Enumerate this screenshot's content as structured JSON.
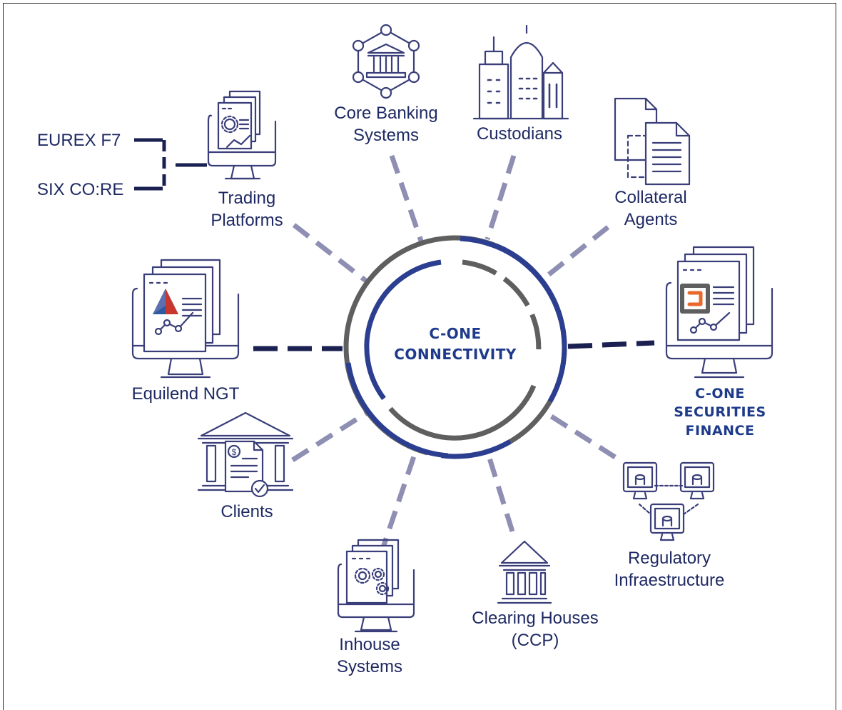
{
  "hub": {
    "line1": "C-ONE",
    "line2": "CONNECTIVITY"
  },
  "nodes": {
    "core_banking": {
      "line1": "Core Banking",
      "line2": "Systems",
      "icon": "bank-network-icon"
    },
    "custodians": {
      "line1": "Custodians",
      "icon": "skyscrapers-icon"
    },
    "collateral": {
      "line1": "Collateral",
      "line2": "Agents",
      "icon": "documents-icon"
    },
    "cone_sf": {
      "line1": "C-ONE",
      "line2": "SECURITIES",
      "line3": "FINANCE",
      "icon": "monitor-app-icon"
    },
    "regulatory": {
      "line1": "Regulatory",
      "line2": "Infraestructure",
      "icon": "networked-servers-icon"
    },
    "clearing": {
      "line1": "Clearing Houses",
      "line2": "(CCP)",
      "icon": "institution-columns-icon"
    },
    "inhouse": {
      "line1": "Inhouse",
      "line2": "Systems",
      "icon": "gears-monitor-icon"
    },
    "clients": {
      "line1": "Clients",
      "icon": "bank-invoice-icon"
    },
    "equilend": {
      "line1": "Equilend NGT",
      "icon": "monitor-chart-icon"
    },
    "trading": {
      "line1": "Trading",
      "line2": "Platforms",
      "icon": "monitor-gear-chart-icon"
    }
  },
  "trading_sources": [
    "EUREX F7",
    "SIX CO:RE"
  ],
  "colors": {
    "navy": "#1f2a63",
    "ring_blue": "#2c3e8f",
    "ring_gray": "#5f5f5f",
    "spoke": "#8e8fb3",
    "icon_stroke": "#3a3f7a",
    "brand": "#1e3a8a",
    "orange": "#e8692b"
  }
}
